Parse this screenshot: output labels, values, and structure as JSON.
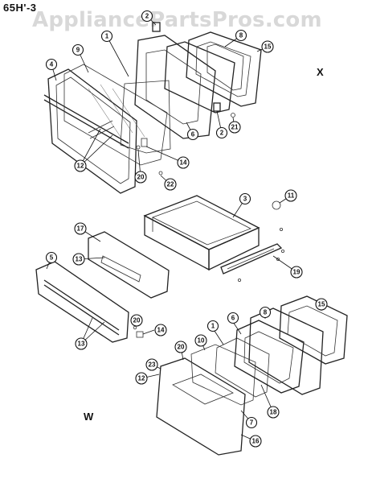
{
  "diagram": {
    "model": "65H'-3",
    "watermark": "AppliancePartsPros.com",
    "section_x": "X",
    "section_w": "W",
    "callouts": [
      {
        "id": "c2a",
        "label": "2"
      },
      {
        "id": "c1a",
        "label": "1"
      },
      {
        "id": "c8a",
        "label": "8"
      },
      {
        "id": "c9a",
        "label": "9"
      },
      {
        "id": "c15a",
        "label": "15"
      },
      {
        "id": "c4a",
        "label": "4"
      },
      {
        "id": "c6a",
        "label": "6"
      },
      {
        "id": "c2b",
        "label": "2"
      },
      {
        "id": "c21a",
        "label": "21"
      },
      {
        "id": "c12a",
        "label": "12"
      },
      {
        "id": "c14a",
        "label": "14"
      },
      {
        "id": "c20a",
        "label": "20"
      },
      {
        "id": "c22a",
        "label": "22"
      },
      {
        "id": "c3a",
        "label": "3"
      },
      {
        "id": "c11a",
        "label": "11"
      },
      {
        "id": "c17a",
        "label": "17"
      },
      {
        "id": "c13a",
        "label": "13"
      },
      {
        "id": "c5a",
        "label": "5"
      },
      {
        "id": "c19a",
        "label": "19"
      },
      {
        "id": "c15b",
        "label": "15"
      },
      {
        "id": "c8b",
        "label": "8"
      },
      {
        "id": "c20b",
        "label": "20"
      },
      {
        "id": "c14b",
        "label": "14"
      },
      {
        "id": "c13b",
        "label": "13"
      },
      {
        "id": "c6b",
        "label": "6"
      },
      {
        "id": "c1b",
        "label": "1"
      },
      {
        "id": "c10a",
        "label": "10"
      },
      {
        "id": "c20c",
        "label": "20"
      },
      {
        "id": "c23a",
        "label": "23"
      },
      {
        "id": "c12b",
        "label": "12"
      },
      {
        "id": "c18a",
        "label": "18"
      },
      {
        "id": "c7a",
        "label": "7"
      },
      {
        "id": "c16a",
        "label": "16"
      }
    ]
  }
}
